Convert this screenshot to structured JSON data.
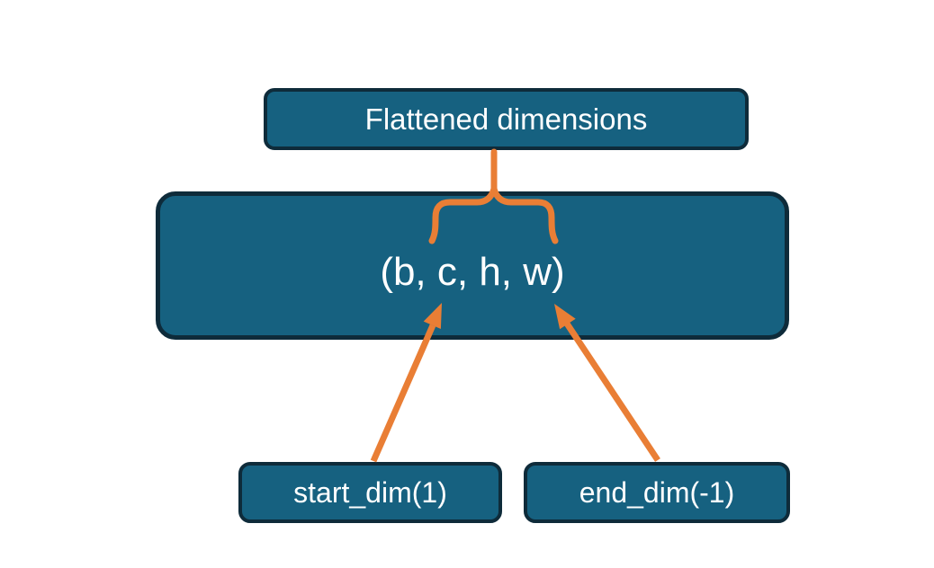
{
  "nodes": {
    "flattened": {
      "label": "Flattened dimensions"
    },
    "tensor": {
      "label": "(b, c, h, w)"
    },
    "start_dim": {
      "label": "start_dim(1)"
    },
    "end_dim": {
      "label": "end_dim(-1)"
    }
  },
  "edges": [
    {
      "type": "brace-with-stem",
      "from": "flattened",
      "to": "tensor",
      "spans": "c, h, w"
    },
    {
      "type": "arrow",
      "from": "start_dim",
      "to": "tensor",
      "points_at": "c"
    },
    {
      "type": "arrow",
      "from": "end_dim",
      "to": "tensor",
      "points_at": "w"
    }
  ],
  "colors": {
    "background": "#FFFFFF",
    "node_fill": "#166180",
    "node_border": "#0E2B3A",
    "accent": "#E97E35",
    "text": "#FFFFFF"
  }
}
